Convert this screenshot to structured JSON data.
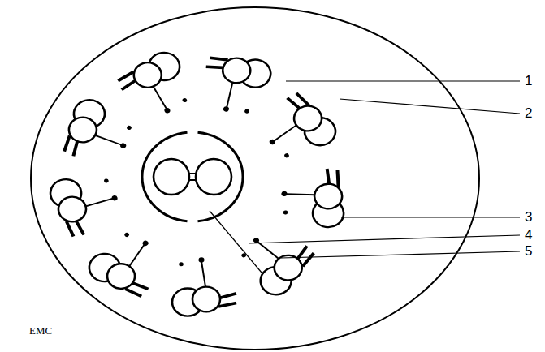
{
  "diagram": {
    "labels": [
      "1",
      "2",
      "3",
      "4",
      "5",
      "EMC"
    ]
  }
}
